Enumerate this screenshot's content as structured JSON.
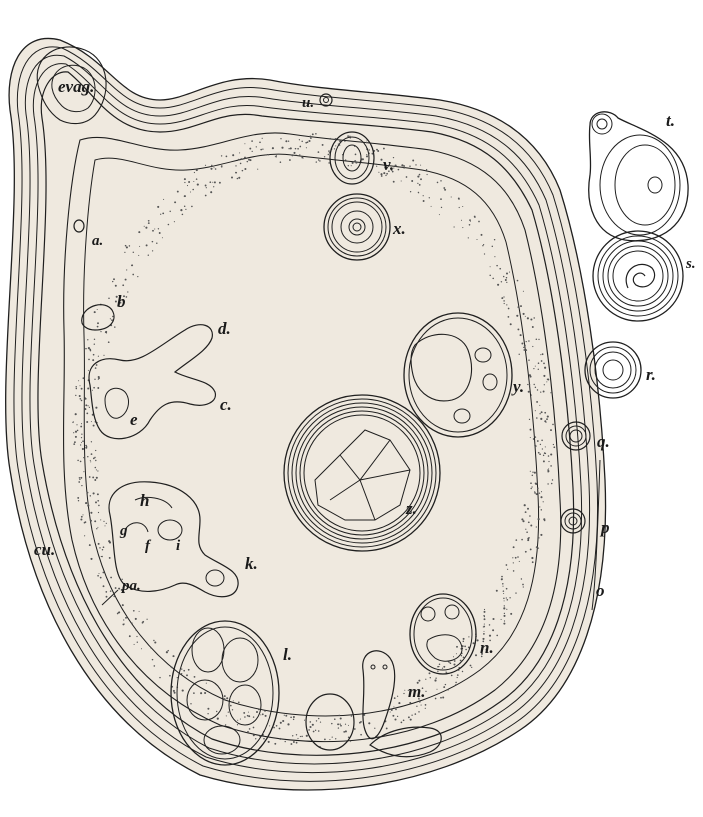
{
  "labels": {
    "evag": "evag.",
    "a": "a.",
    "b": "b",
    "d": "d.",
    "c": "c.",
    "e": "e",
    "cu": "cu.",
    "pa": "pa.",
    "h": "h",
    "g": "g",
    "f": "f",
    "i": "i",
    "k": "k.",
    "l": "l.",
    "m": "m.",
    "n": "n.",
    "o": "o",
    "p": "p",
    "q": "q.",
    "r": "r.",
    "s": "s.",
    "t": "t.",
    "u": "u.",
    "v": "v.",
    "x": "x.",
    "y": "y.",
    "z": "z."
  }
}
